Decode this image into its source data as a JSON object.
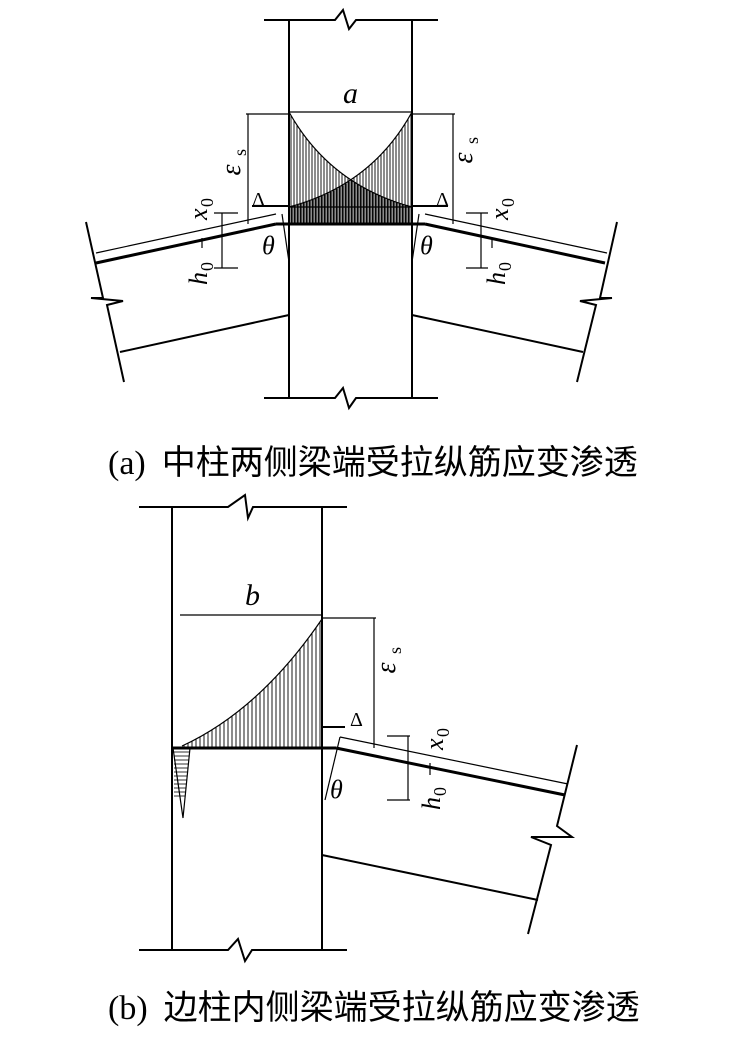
{
  "figure_a": {
    "tag": "(a)",
    "caption": "中柱两侧梁端受拉纵筋应变渗透",
    "labels": {
      "width": "a",
      "strain": "ε",
      "strain_sub": "s",
      "slip": "Δ",
      "rotation": "θ",
      "depth_x": "x",
      "depth_x_sub": "0",
      "depth_h": "h",
      "depth_h_sub": "0"
    }
  },
  "figure_b": {
    "tag": "(b)",
    "caption": "边柱内侧梁端受拉纵筋应变渗透",
    "labels": {
      "width": "b",
      "strain": "ε",
      "strain_sub": "s",
      "slip": "Δ",
      "rotation": "θ",
      "depth_x": "x",
      "depth_x_sub": "0",
      "depth_h": "h",
      "depth_h_sub": "0"
    }
  }
}
